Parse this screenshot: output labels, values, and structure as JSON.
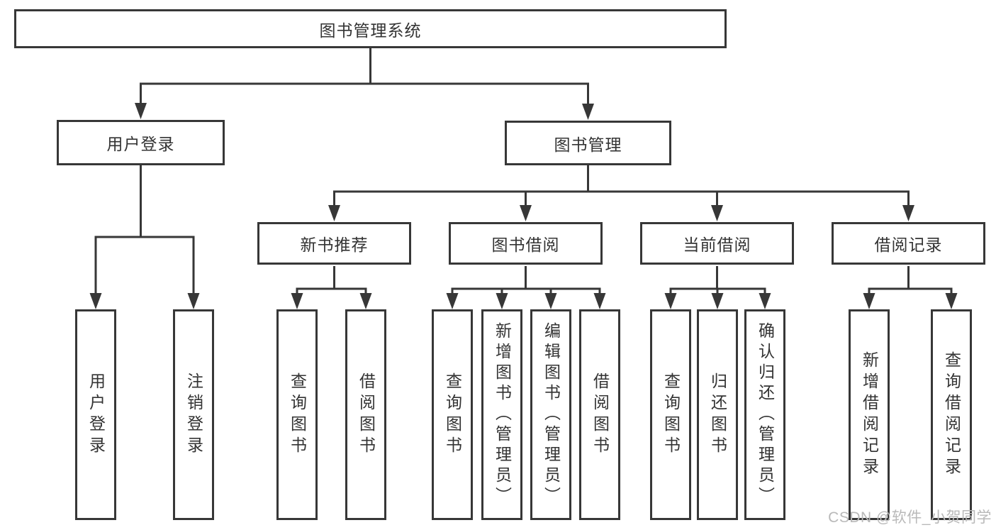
{
  "diagram": {
    "root": "图书管理系统",
    "login": {
      "label": "用户登录",
      "children": [
        "用户登录",
        "注销登录"
      ]
    },
    "management": {
      "label": "图书管理",
      "groups": [
        {
          "label": "新书推荐",
          "children": [
            "查询图书",
            "借阅图书"
          ]
        },
        {
          "label": "图书借阅",
          "children": [
            "查询图书",
            "新增图书（管理员）",
            "编辑图书（管理员）",
            "借阅图书"
          ]
        },
        {
          "label": "当前借阅",
          "children": [
            "查询图书",
            "归还图书",
            "确认归还（管理员）"
          ]
        },
        {
          "label": "借阅记录",
          "children": [
            "新增借阅记录",
            "查询借阅记录"
          ]
        }
      ]
    }
  },
  "watermark": "CSDN @软件_小贺同学",
  "colors": {
    "line": "#373737",
    "text": "#333333",
    "watermark": "#b9b9b9",
    "background": "#ffffff"
  }
}
